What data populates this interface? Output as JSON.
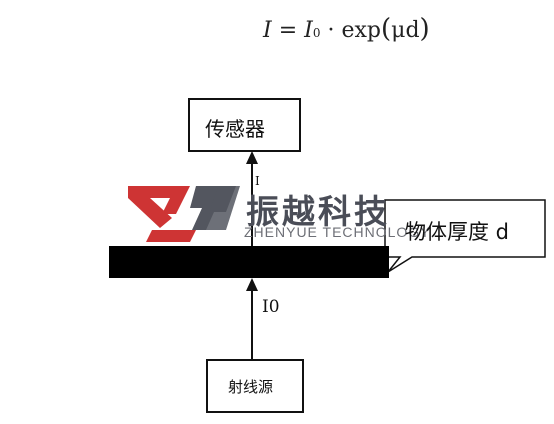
{
  "formula": {
    "lhs": "I",
    "equals": "=",
    "i0_base": "I",
    "i0_sub": "0",
    "dot": "·",
    "func": "exp",
    "open_paren": "(",
    "arg": "μd",
    "close_paren": ")"
  },
  "sensor_label": "传感器",
  "thickness_label": "物体厚度 d",
  "source_label": "射线源",
  "intensity_in_label": "I0",
  "intensity_out_label": "I",
  "watermark": {
    "chinese": "振越科技",
    "english": "ZHENYUE TECHNOLOGY",
    "colors": {
      "red": "#cc2a2a",
      "gray": "#4a4d57"
    }
  },
  "colors": {
    "line": "#111111",
    "slab": "#000000"
  }
}
